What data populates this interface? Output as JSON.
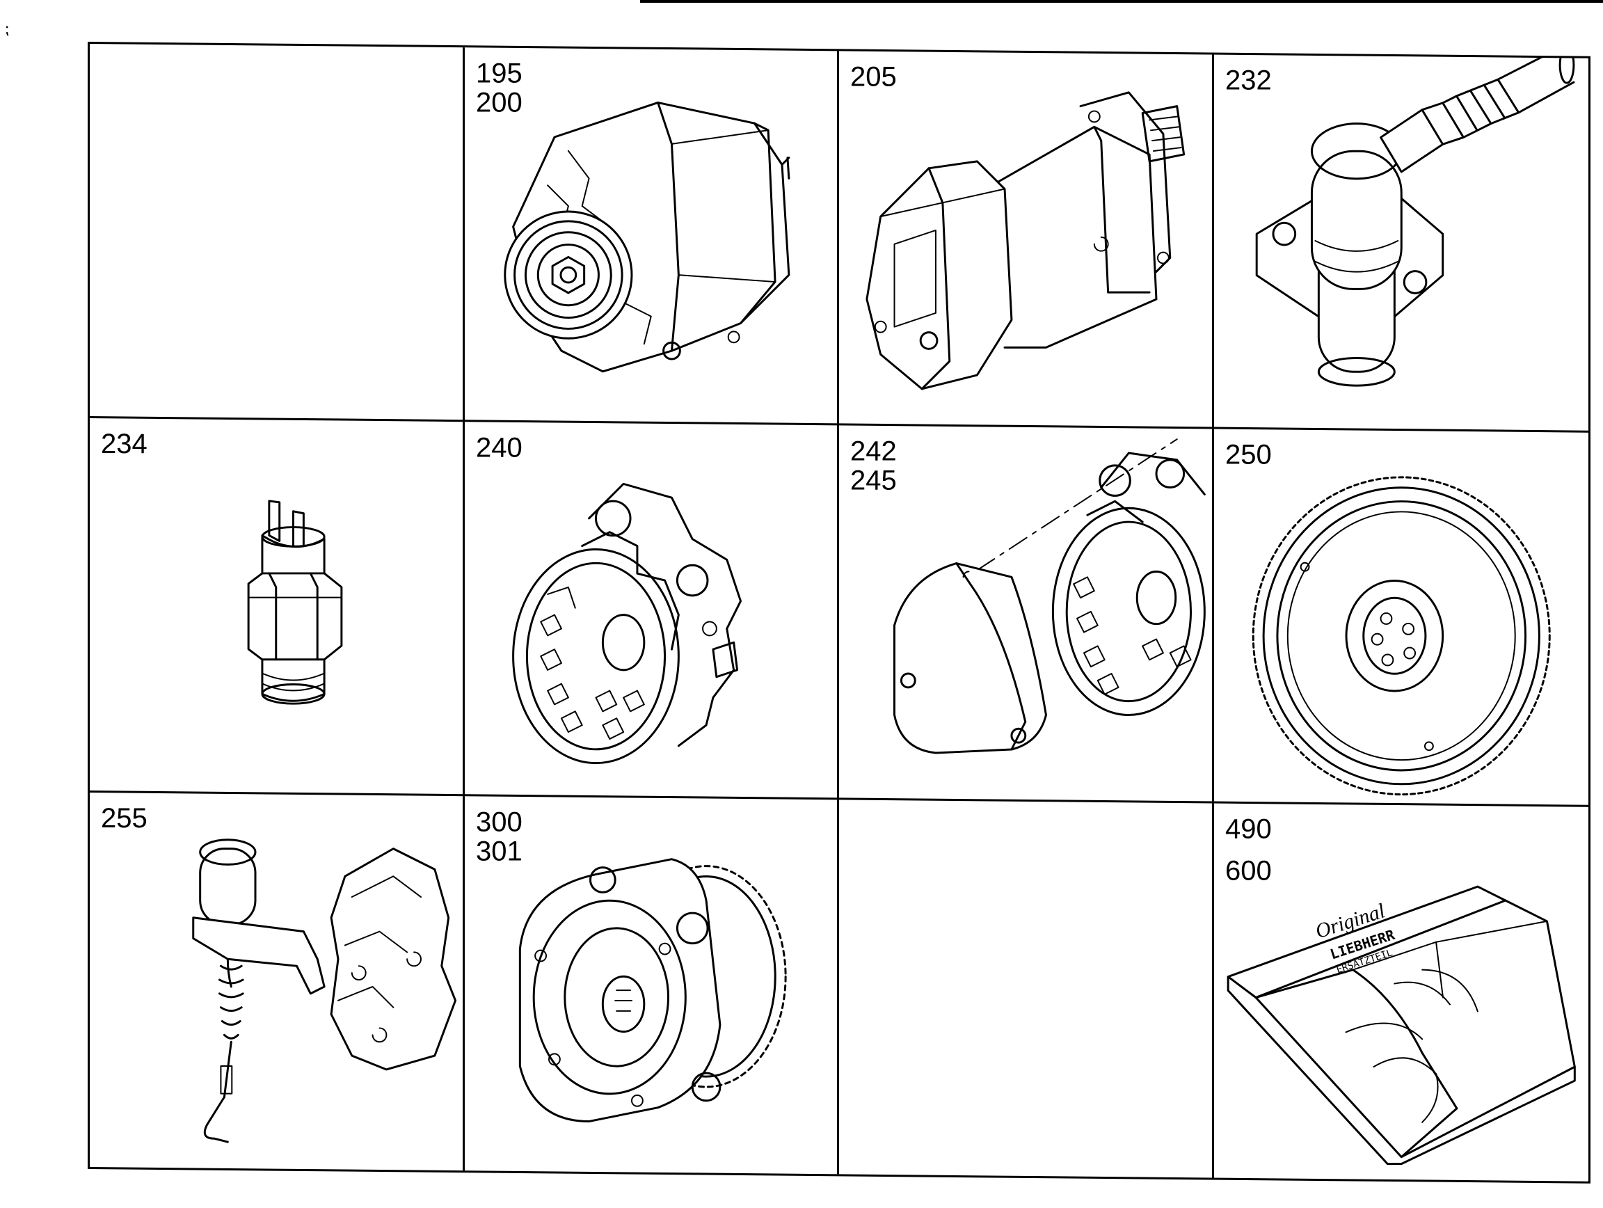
{
  "cells": [
    {
      "labels": []
    },
    {
      "labels": [
        "195",
        "200"
      ]
    },
    {
      "labels": [
        "205"
      ]
    },
    {
      "labels": [
        "232"
      ]
    },
    {
      "labels": [
        "234"
      ]
    },
    {
      "labels": [
        "240"
      ]
    },
    {
      "labels": [
        "242",
        "245"
      ]
    },
    {
      "labels": [
        "250"
      ]
    },
    {
      "labels": [
        "255"
      ]
    },
    {
      "labels": [
        "300",
        "301"
      ]
    },
    {
      "labels": []
    },
    {
      "labels": [
        "490",
        "600"
      ]
    }
  ],
  "icons": [
    "blank",
    "alternator-icon",
    "starter-motor-icon",
    "speed-sensor-icon",
    "temperature-switch-icon",
    "rectifier-bracket-icon",
    "bracket-with-cover-icon",
    "flywheel-icon",
    "sensor-with-bracket-icon",
    "gear-pump-icon",
    "blank",
    "parts-box-icon"
  ],
  "box_text": {
    "line1": "Original",
    "line2": "LIEBHERR",
    "line3": "ERSATZTEIL"
  },
  "colors": {
    "line": "#000000",
    "background": "#ffffff"
  }
}
